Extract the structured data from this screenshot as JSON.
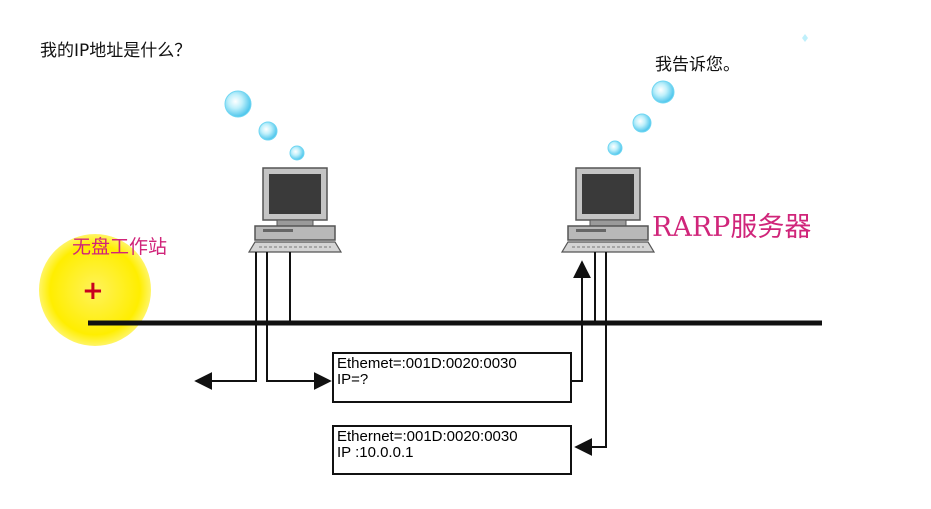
{
  "labels": {
    "question": "我的IP地址是什么？",
    "answer": "我告诉您。",
    "workstation": "无盘工作站",
    "server": "RARP服务器",
    "cursor_plus": "+"
  },
  "packets": {
    "request": {
      "ethernet": "Ethemet=:001D:0020:0030",
      "ip": "IP=?"
    },
    "reply": {
      "ethernet": "Ethernet=:001D:0020:0030",
      "ip": "IP :10.0.0.1"
    }
  },
  "colors": {
    "label_accent": "#d0257a",
    "highlight": "#ffee00",
    "bubble": "#6fd6f2",
    "line": "#111111",
    "computer_gray": "#9a9a9a"
  },
  "icons": [
    "computer-icon",
    "thought-bubble-icon",
    "arrow-icon"
  ]
}
